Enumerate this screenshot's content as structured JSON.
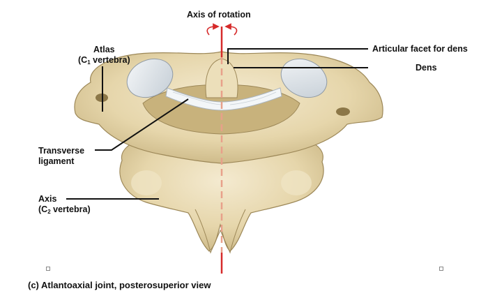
{
  "labels": {
    "axis_of_rotation": "Axis of rotation",
    "atlas_line1": "Atlas",
    "atlas_line2_pre": "(C",
    "atlas_line2_sub": "1",
    "atlas_line2_post": " vertebra)",
    "articular_facet": "Articular facet for dens",
    "dens": "Dens",
    "transverse_line1": "Transverse",
    "transverse_line2": "ligament",
    "axis_line1": "Axis",
    "axis_line2_pre": "(C",
    "axis_line2_sub": "2",
    "axis_line2_post": " vertebra)"
  },
  "caption": "(c) Atlantoaxial joint, posterosuperior view",
  "colors": {
    "bone": "#e9dcb6",
    "bone_shadow": "#c9b684",
    "bone_outline": "#8f7a4c",
    "facet": "#dde4ea",
    "ligament": "#f3f6f8",
    "axis_line": "#d62a2a",
    "axis_dashed": "#e8a08a"
  }
}
